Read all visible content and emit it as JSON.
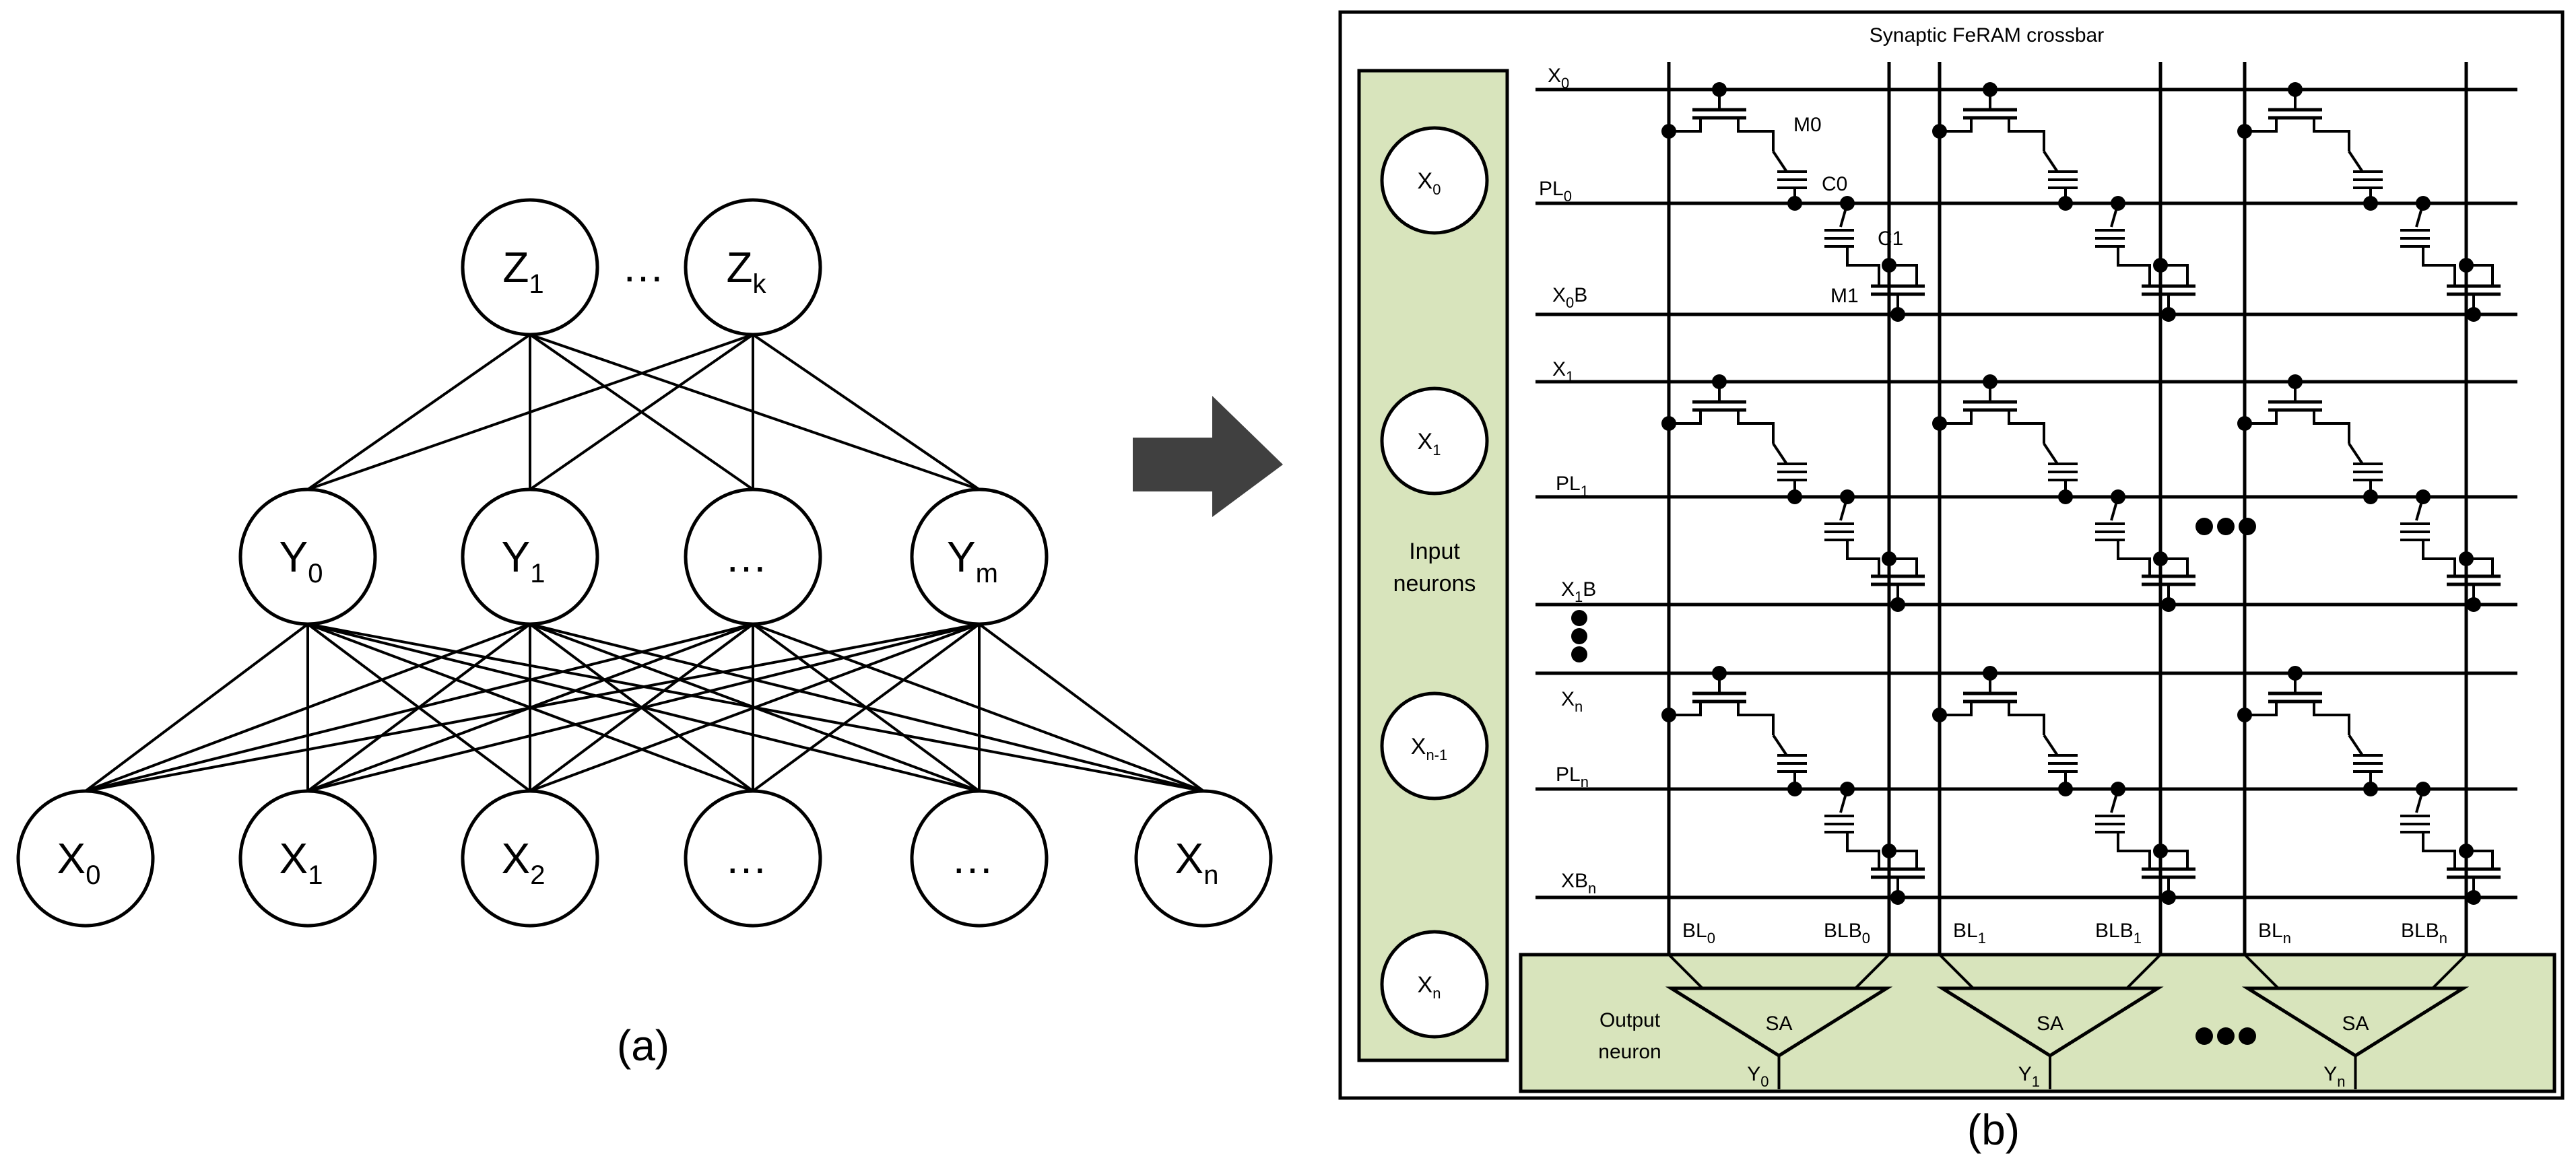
{
  "network": {
    "caption": "(a)",
    "top_nodes": [
      {
        "main": "Z",
        "sub": "1"
      },
      {
        "main": "Z",
        "sub": "k"
      }
    ],
    "top_ellipsis": "…",
    "hidden_nodes": [
      {
        "main": "Y",
        "sub": "0"
      },
      {
        "main": "Y",
        "sub": "1"
      },
      {
        "main": "…",
        "sub": ""
      },
      {
        "main": "Y",
        "sub": "m"
      }
    ],
    "input_nodes": [
      {
        "main": "X",
        "sub": "0"
      },
      {
        "main": "X",
        "sub": "1"
      },
      {
        "main": "X",
        "sub": "2"
      },
      {
        "main": "…",
        "sub": ""
      },
      {
        "main": "…",
        "sub": ""
      },
      {
        "main": "X",
        "sub": "n"
      }
    ]
  },
  "crossbar": {
    "title": "Synaptic FeRAM crossbar",
    "caption": "(b)",
    "input_panel_label": [
      "Input",
      "neurons"
    ],
    "input_neurons": [
      {
        "main": "X",
        "sub": "0"
      },
      {
        "main": "X",
        "sub": "1"
      },
      {
        "main": "X",
        "sub": "n-1"
      },
      {
        "main": "X",
        "sub": "n"
      }
    ],
    "output_panel_label": [
      "Output",
      "neuron"
    ],
    "row_labels": [
      {
        "main": "X",
        "sub": "0",
        "post": ""
      },
      {
        "main": "PL",
        "sub": "0",
        "post": ""
      },
      {
        "main": "X",
        "sub": "0",
        "post": "B"
      },
      {
        "main": "X",
        "sub": "1",
        "post": ""
      },
      {
        "main": "PL",
        "sub": "1",
        "post": ""
      },
      {
        "main": "X",
        "sub": "1",
        "post": "B"
      },
      {
        "main": "X",
        "sub": "n",
        "post": ""
      },
      {
        "main": "PL",
        "sub": "n",
        "post": ""
      },
      {
        "main": "XB",
        "sub": "n",
        "post": ""
      }
    ],
    "bitline_labels": [
      {
        "bl": {
          "main": "BL",
          "sub": "0"
        },
        "blb": {
          "main": "BLB",
          "sub": "0"
        }
      },
      {
        "bl": {
          "main": "BL",
          "sub": "1"
        },
        "blb": {
          "main": "BLB",
          "sub": "1"
        }
      },
      {
        "bl": {
          "main": "BL",
          "sub": "n"
        },
        "blb": {
          "main": "BLB",
          "sub": "n"
        }
      }
    ],
    "sense_amp_label": "SA",
    "outputs": [
      {
        "main": "Y",
        "sub": "0"
      },
      {
        "main": "Y",
        "sub": "1"
      },
      {
        "main": "Y",
        "sub": "n"
      }
    ],
    "device_labels": {
      "m0": "M0",
      "c0": "C0",
      "c1": "C1",
      "m1": "M1"
    }
  },
  "colors": {
    "panel_fill": "#d8e4bc",
    "arrow_fill": "#404040",
    "stroke": "#000000"
  }
}
